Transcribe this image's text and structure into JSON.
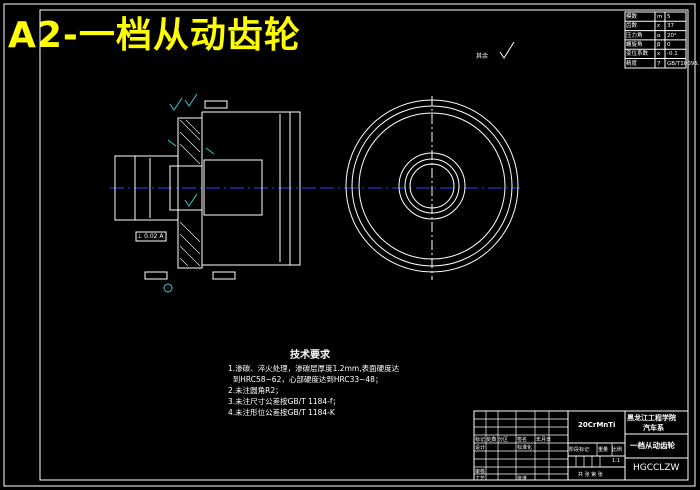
{
  "title": "A2-一档从动齿轮",
  "surface_note": "其余",
  "gear_params": [
    {
      "name": "模数",
      "symbol": "m",
      "value": "5"
    },
    {
      "name": "齿数",
      "symbol": "z",
      "value": "37"
    },
    {
      "name": "压力角",
      "symbol": "α",
      "value": "20°"
    },
    {
      "name": "螺旋角",
      "symbol": "β",
      "value": "0"
    },
    {
      "name": "变位系数",
      "symbol": "x",
      "value": "-0.1"
    },
    {
      "name": "精度",
      "symbol": "7",
      "value": "GB/T10095.1"
    }
  ],
  "tech": {
    "heading": "技术要求",
    "items": [
      "1.渗碳、淬火处理，渗碳层厚度1.2mm,表面硬度达",
      "  到HRC58~62，心部硬度达到HRC33~48；",
      "2.未注圆角R2；",
      "3.未注尺寸公差按GB/T 1184-f；",
      "4.未注形位公差按GB/T 1184-K"
    ]
  },
  "title_block": {
    "material": "20CrMnTi",
    "school": "黑龙江工程学院",
    "dept": "汽车系",
    "part_name": "一档从动齿轮",
    "drawing_no": "HGCCLZW",
    "labels": {
      "design": "设计",
      "check": "审核",
      "process": "工艺",
      "standard": "标准化",
      "approve": "批准",
      "stage": "阶段标记",
      "weight": "重量",
      "scale": "比例",
      "sheets": "共 张 第 张",
      "mark": "标记 处数 分区",
      "sign": "签名",
      "date": "年月日",
      "ratio": "1:1"
    }
  },
  "colors": {
    "background": "#000000",
    "lines": "#ffffff",
    "annotation": "#33cccc",
    "centerline": "#2233cc",
    "title": "#ffff00"
  }
}
